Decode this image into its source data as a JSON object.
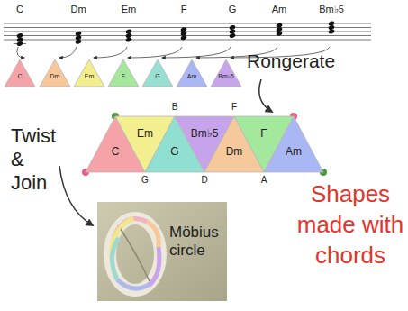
{
  "diagram": {
    "nodes": [
      {
        "text": [
          "C"
        ]
      },
      {
        "text": [
          "Dm"
        ]
      },
      {
        "text": [
          "Em"
        ]
      },
      {
        "text": [
          "F"
        ]
      },
      {
        "text": [
          "G"
        ]
      },
      {
        "text": [
          "Am"
        ]
      },
      {
        "text": [
          "Bm♭5"
        ]
      },
      {
        "text": [
          "C"
        ]
      },
      {
        "text": [
          "Em"
        ]
      },
      {
        "text": [
          "G"
        ]
      },
      {
        "text": [
          "Bm♭5"
        ]
      },
      {
        "text": [
          "Dm"
        ]
      },
      {
        "text": [
          "F"
        ]
      },
      {
        "text": [
          "Am"
        ]
      },
      {
        "text": [
          "Möbius circle"
        ]
      }
    ],
    "labels": [
      "C",
      "Dm",
      "Em",
      "F",
      "G",
      "Am",
      "Bm♭5",
      "Rongerate",
      "B",
      "F",
      "G",
      "D",
      "A",
      "Twist & Join",
      "Shapes made with chords"
    ]
  }
}
